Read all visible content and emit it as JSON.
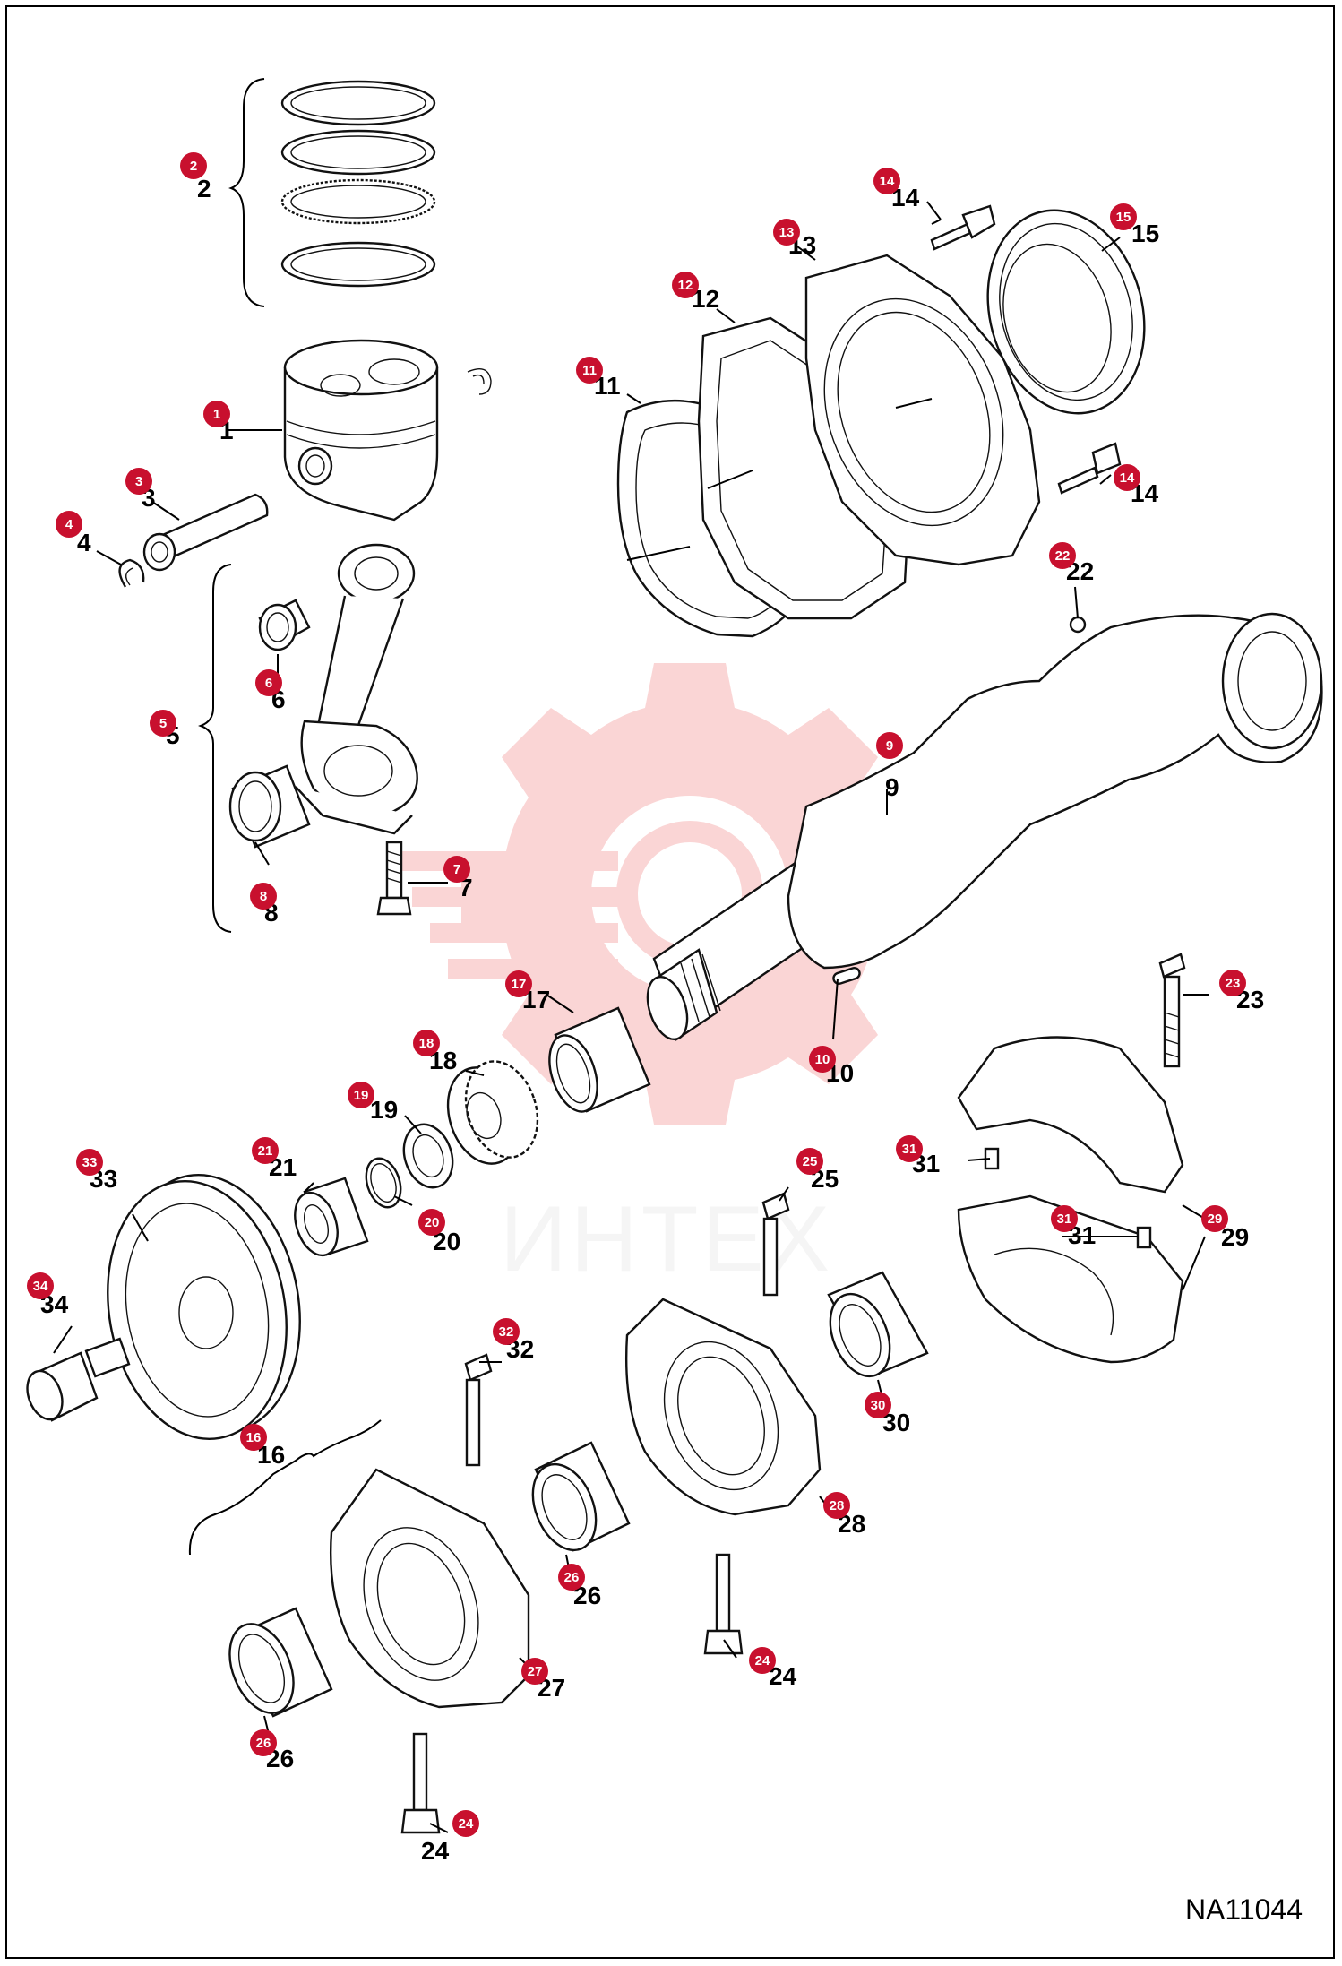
{
  "diagram_id": "NA11044",
  "watermark": {
    "text": "ИНТЕХ",
    "color": "#e8413f"
  },
  "pin_color": "#c8102e",
  "callouts": [
    {
      "n": "1",
      "name": "piston"
    },
    {
      "n": "2",
      "name": "piston-rings"
    },
    {
      "n": "3",
      "name": "piston-pin"
    },
    {
      "n": "4",
      "name": "snap-ring"
    },
    {
      "n": "5",
      "name": "connecting-rod-assembly"
    },
    {
      "n": "6",
      "name": "small-end-bushing"
    },
    {
      "n": "7",
      "name": "rod-bolt"
    },
    {
      "n": "8",
      "name": "rod-bearing"
    },
    {
      "n": "9",
      "name": "crankshaft"
    },
    {
      "n": "10",
      "name": "key"
    },
    {
      "n": "11",
      "name": "gasket"
    },
    {
      "n": "12",
      "name": "gasket-plate"
    },
    {
      "n": "13",
      "name": "oil-seal-case"
    },
    {
      "n": "14",
      "name": "bolt"
    },
    {
      "n": "15",
      "name": "oil-seal"
    },
    {
      "n": "16",
      "name": "main-bearing-case-assembly"
    },
    {
      "n": "17",
      "name": "front-bushing"
    },
    {
      "n": "18",
      "name": "crank-gear"
    },
    {
      "n": "19",
      "name": "collar"
    },
    {
      "n": "20",
      "name": "o-ring"
    },
    {
      "n": "21",
      "name": "spacer"
    },
    {
      "n": "22",
      "name": "ball"
    },
    {
      "n": "23",
      "name": "case-bolt"
    },
    {
      "n": "24",
      "name": "case-screw"
    },
    {
      "n": "25",
      "name": "case-bolt-25"
    },
    {
      "n": "26",
      "name": "main-bearing-shell"
    },
    {
      "n": "27",
      "name": "bearing-case-27"
    },
    {
      "n": "28",
      "name": "bearing-case-28"
    },
    {
      "n": "29",
      "name": "bearing-case-29"
    },
    {
      "n": "30",
      "name": "bearing-shell-30"
    },
    {
      "n": "31",
      "name": "dowel-pin"
    },
    {
      "n": "32",
      "name": "case-bolt-32"
    },
    {
      "n": "33",
      "name": "crankshaft-pulley"
    },
    {
      "n": "34",
      "name": "pulley-nut"
    }
  ]
}
